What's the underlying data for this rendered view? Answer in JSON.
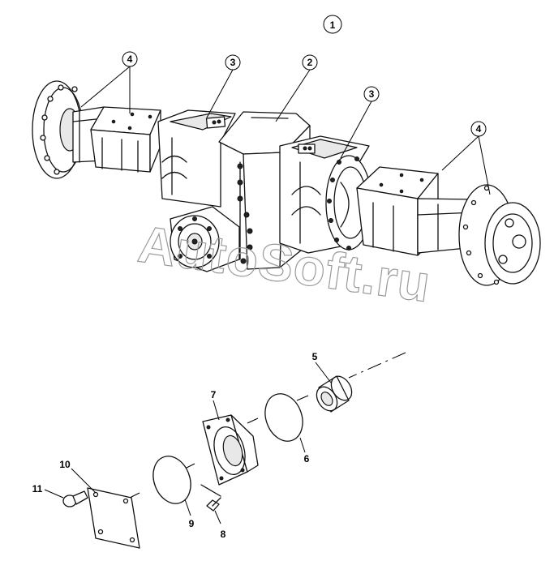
{
  "diagram": {
    "assembly_callout": "1",
    "callouts": {
      "part2": "2",
      "part3_left": "3",
      "part3_right": "3",
      "part4_left": "4",
      "part4_right": "4",
      "part5": "5",
      "part6": "6",
      "part7": "7",
      "part8": "8",
      "part9": "9",
      "part10": "10",
      "part11": "11"
    },
    "watermark": "AutoSoft.ru"
  }
}
